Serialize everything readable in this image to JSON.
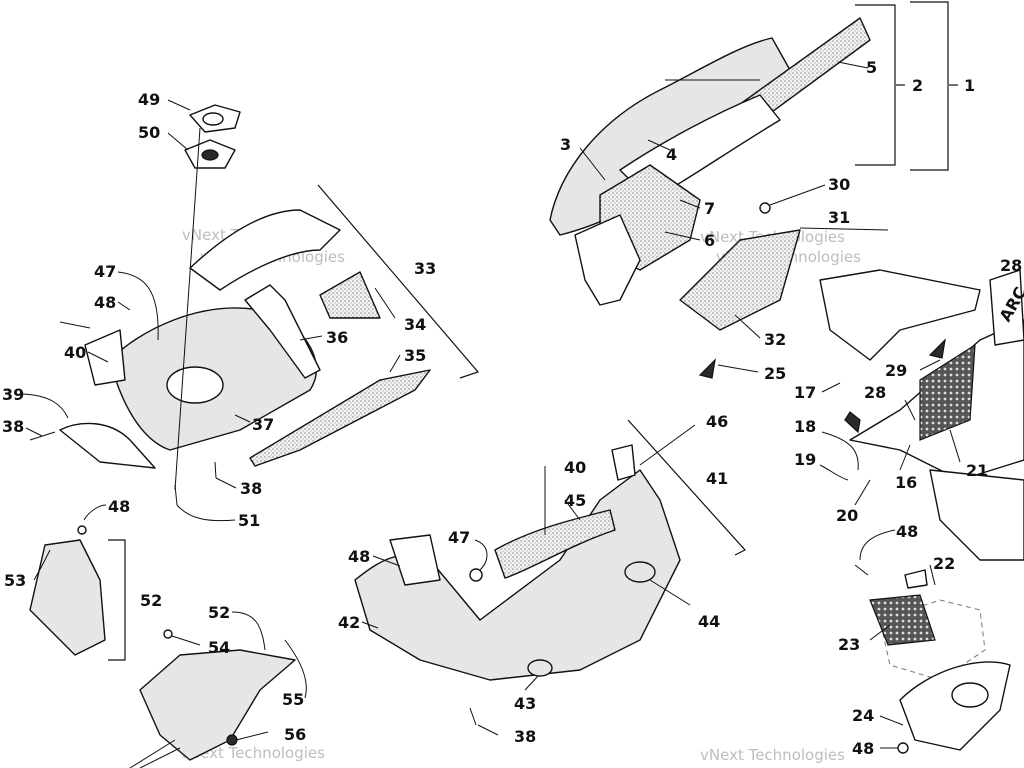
{
  "watermarks": [
    "vNext Technologies",
    "vNext Technologies",
    "vNext Technologies",
    "vNext Technologies",
    "vNext Technologies",
    "vNext Technologies"
  ],
  "logo_text": "ARC",
  "callouts": {
    "c1": "1",
    "c2": "2",
    "c3": "3",
    "c4": "4",
    "c5": "5",
    "c6": "6",
    "c7": "7",
    "c16": "16",
    "c17": "17",
    "c18": "18",
    "c19": "19",
    "c20": "20",
    "c21": "21",
    "c22": "22",
    "c23": "23",
    "c24": "24",
    "c25": "25",
    "c28a": "28",
    "c28b": "28",
    "c29": "29",
    "c30": "30",
    "c31": "31",
    "c32": "32",
    "c33": "33",
    "c34": "34",
    "c35": "35",
    "c36": "36",
    "c37": "37",
    "c38a": "38",
    "c38b": "38",
    "c38c": "38",
    "c39": "39",
    "c40a": "40",
    "c40b": "40",
    "c41": "41",
    "c42": "42",
    "c43": "43",
    "c44": "44",
    "c45": "45",
    "c46": "46",
    "c47a": "47",
    "c47b": "47",
    "c48a": "48",
    "c48b": "48",
    "c48c": "48",
    "c48d": "48",
    "c48e": "48",
    "c49": "49",
    "c50": "50",
    "c51": "51",
    "c52a": "52",
    "c52b": "52",
    "c53": "53",
    "c54": "54",
    "c55": "55",
    "c56": "56"
  }
}
